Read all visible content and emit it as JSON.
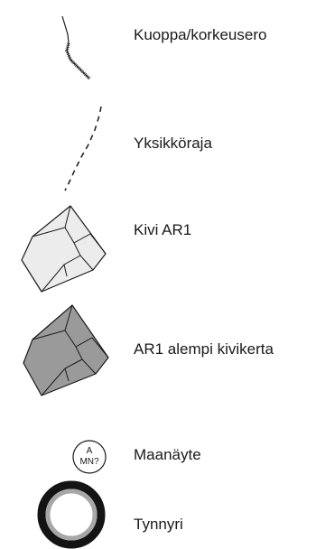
{
  "legend": {
    "items": [
      {
        "label": "Kuoppa/korkeusero",
        "icon": "hatched-edge-line-icon"
      },
      {
        "label": "Yksikköraja",
        "icon": "dashed-boundary-line-icon"
      },
      {
        "label": "Kivi AR1",
        "icon": "light-stone-icon"
      },
      {
        "label": "AR1 alempi kivikerta",
        "icon": "dark-stone-icon"
      },
      {
        "label": "Maanäyte",
        "icon": "soil-sample-icon",
        "symbol_text": [
          "A",
          "MN?"
        ]
      },
      {
        "label": "Tynnyri",
        "icon": "barrel-icon"
      }
    ]
  },
  "colors": {
    "stone_light": "#ececec",
    "stone_dark": "#9a9a9a",
    "stroke": "#1a1a1a",
    "barrel_ring_outer": "#141414",
    "barrel_ring_inner": "#a7a7a7"
  }
}
